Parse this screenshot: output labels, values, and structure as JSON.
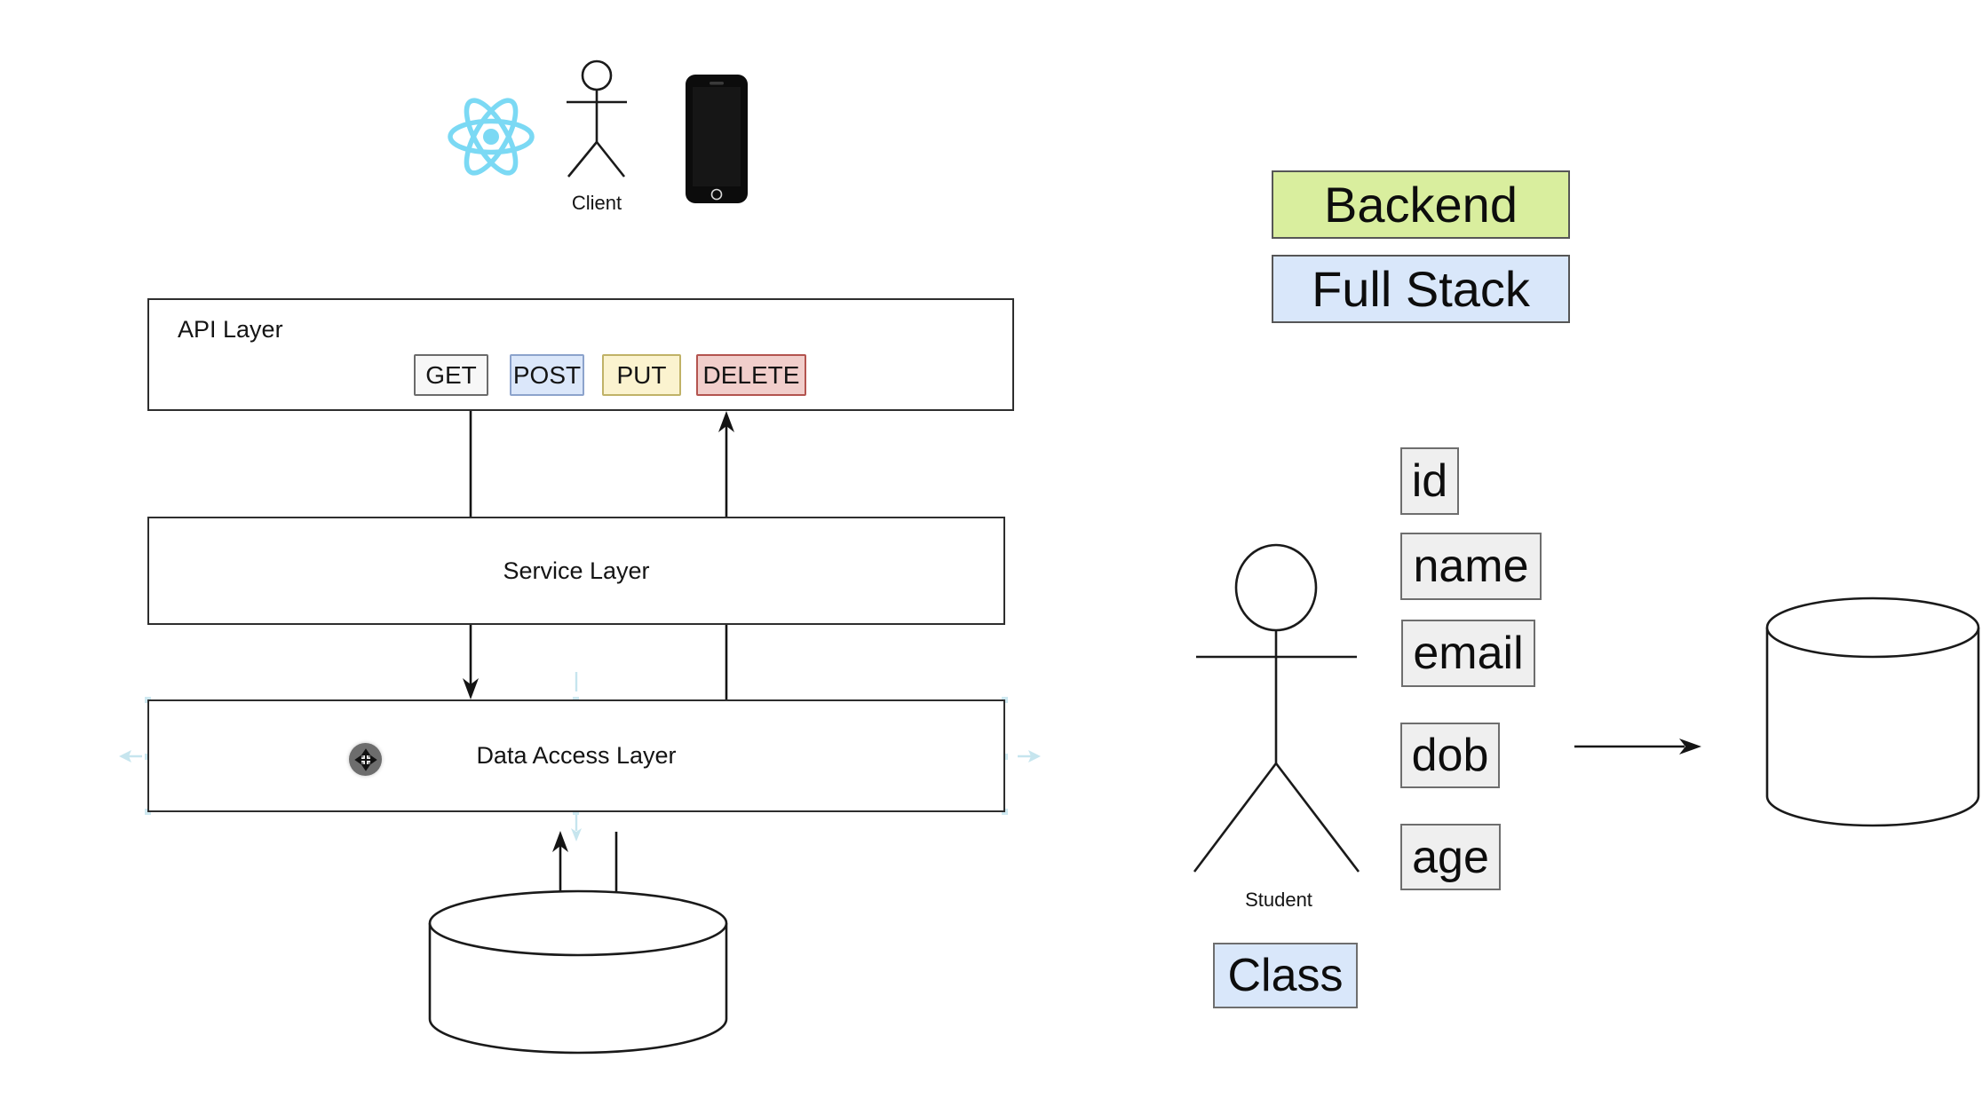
{
  "diagram": {
    "client": {
      "label": "Client"
    },
    "api_layer": {
      "title": "API Layer",
      "methods": [
        {
          "label": "GET",
          "style": "background:#f7f7f7;border-color:#6b6b6b"
        },
        {
          "label": "POST",
          "style": "background:#dbe7fa;border-color:#8ca3cc"
        },
        {
          "label": "PUT",
          "style": "background:#fbf3cf;border-color:#c0b267"
        },
        {
          "label": "DELETE",
          "style": "background:#f1cecb;border-color:#b3544f"
        }
      ]
    },
    "service_layer": {
      "title": "Service Layer"
    },
    "data_access_layer": {
      "title": "Data Access Layer"
    },
    "tags": {
      "backend": {
        "label": "Backend",
        "style": "background:#d9ee9e;border-color:#565656"
      },
      "full_stack": {
        "label": "Full Stack",
        "style": "background:#d9e7fa;border-color:#565656"
      },
      "class": {
        "label": "Class",
        "style": "background:#d9e7fa;border-color:#6e6e6e"
      }
    },
    "student": {
      "label": "Student",
      "attributes": [
        "id",
        "name",
        "email",
        "dob",
        "age"
      ]
    },
    "colors": {
      "react_logo": "#7bd9f4",
      "stroke": "#141414",
      "selection": "#8fccde"
    }
  }
}
